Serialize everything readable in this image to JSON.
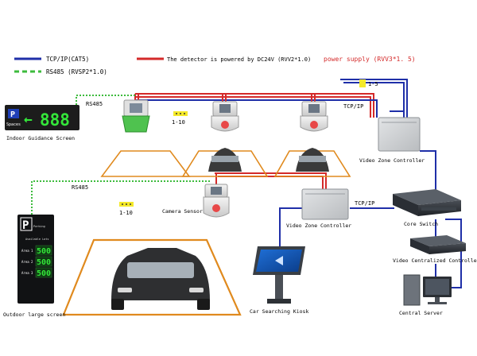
{
  "legend": {
    "tcpip": "TCP/IP(CAT5)",
    "detector_power": "The detector is powered by DC24V (RVV2*1.0)",
    "power_supply": "power supply (RVV3*1. 5)",
    "rs485": "RS485 (RVSP2*1.0)"
  },
  "labels": {
    "rs485_top": "RS485",
    "rs485_left": "RS485",
    "tcpip_top": "TCP/IP",
    "tcpip_mid": "TCP/IP",
    "one_to_five": "1-5",
    "one_to_ten_a": "1-10",
    "one_to_ten_b": "1-10",
    "indoor_screen": "Indoor Guidance Screen",
    "outdoor_screen": "Outdoor large screen",
    "camera_sensor": "Camera Sensor",
    "vzc_top": "Video Zone Controller",
    "vzc_mid": "Video Zone Controller",
    "core_switch": "Core Switch",
    "video_centralized": "Video Centralized Controller",
    "kiosk": "Car Searching Kiosk",
    "central_server": "Central Server"
  },
  "indoor_screen": {
    "p_letter": "P",
    "spaces": "Spaces",
    "arrow": "←",
    "count": "888"
  },
  "outdoor_screen": {
    "p_letter": "P",
    "parking": "Parking",
    "available": "Available Lots",
    "rows": [
      {
        "label": "Area 1",
        "value": "500"
      },
      {
        "label": "Area 2",
        "value": "500"
      },
      {
        "label": "Area 3",
        "value": "500"
      }
    ]
  },
  "colors": {
    "tcpip": "#1f2fa8",
    "power_red": "#d42a2a",
    "rs485_green": "#3dbb3d",
    "power_supply_text": "#d42a2a"
  }
}
